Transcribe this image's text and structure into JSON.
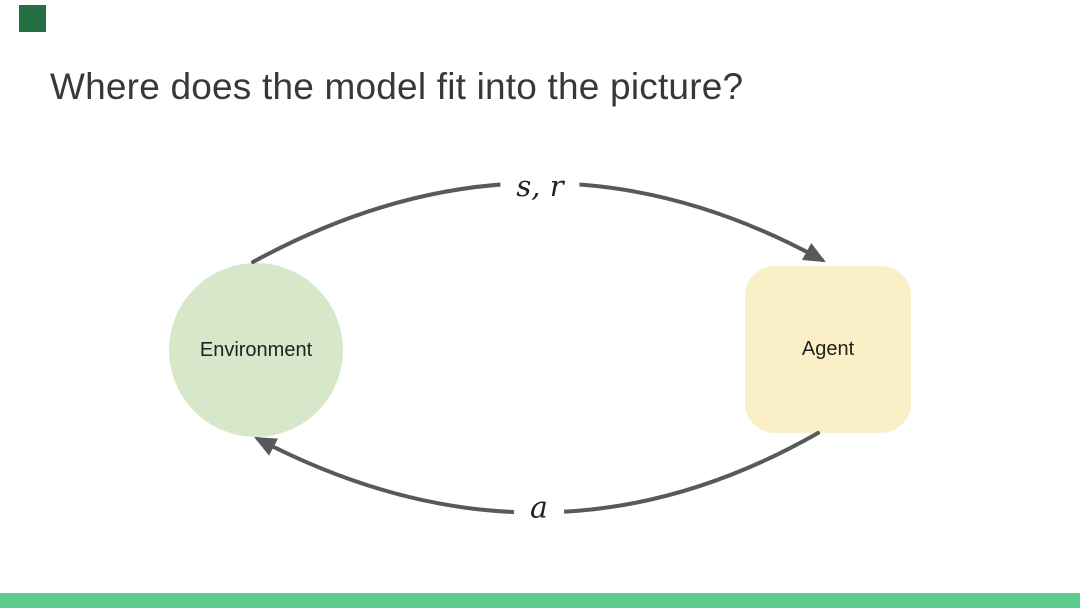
{
  "slide": {
    "title": "Where does the model fit into the picture?"
  },
  "diagram": {
    "environment": {
      "label": "Environment"
    },
    "agent": {
      "label": "Agent"
    },
    "top_arrow": {
      "label": "s, r"
    },
    "bottom_arrow": {
      "label": "a"
    }
  },
  "colors": {
    "title": "#36393B",
    "node_text": "#222222",
    "arrow": "#58595B",
    "env_fill": "#D6E7CA",
    "agent_fill": "#FBEFC8",
    "corner_square": "#256F44",
    "bottom_bar": "#5CCC8E"
  }
}
